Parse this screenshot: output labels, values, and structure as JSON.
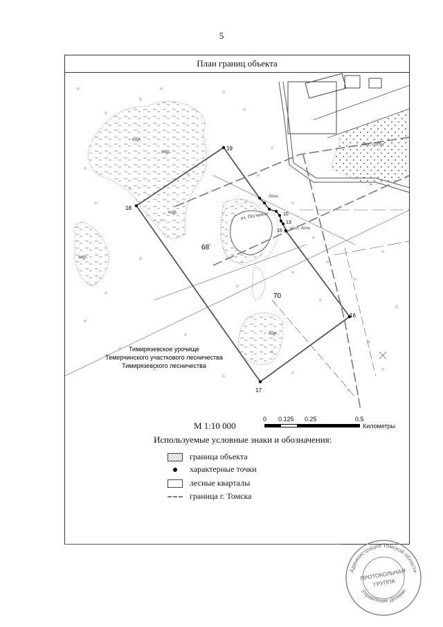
{
  "page": {
    "number": "5"
  },
  "map": {
    "title": "План границ объекта",
    "quarters": [
      "68",
      "70"
    ],
    "forestry_label": [
      "Тимирязевское урочище",
      "Темерчинского участкового лесничества",
      "Тимирязевского лесничества"
    ],
    "labels": {
      "lake": "оз. Песчаное",
      "marsh": "кар.",
      "marsh2": "кар.",
      "marsh3": "кар.",
      "marsh4": "кар.",
      "marsh5": "кар.",
      "gardens": "кол. сады",
      "dacha1": "дачи",
      "dacha2": "жил. дачи"
    },
    "points": {
      "p16": "16",
      "p17": "17",
      "p18": "18",
      "p19": "19",
      "p10": "10",
      "p13": "13",
      "p15": "15"
    }
  },
  "scale": {
    "label": "М 1:10 000",
    "ticks": [
      "0",
      "0.125",
      "0.25",
      "0.5"
    ],
    "unit": "Километры"
  },
  "legend": {
    "title": "Используемые условные знаки и обозначения:",
    "items": [
      {
        "symbol": "hatched-box",
        "label": "граница объекта"
      },
      {
        "symbol": "dot",
        "label": "характерные точки"
      },
      {
        "symbol": "box",
        "label": "лесные кварталы"
      },
      {
        "symbol": "dash",
        "label": "граница г. Томска"
      }
    ]
  },
  "stamp": {
    "center_line1": "ПРОТОКОЛЬНАЯ",
    "center_line2": "ГРУППА",
    "ring_top": "Администрация Томской области",
    "ring_bottom": "Управление делами"
  }
}
